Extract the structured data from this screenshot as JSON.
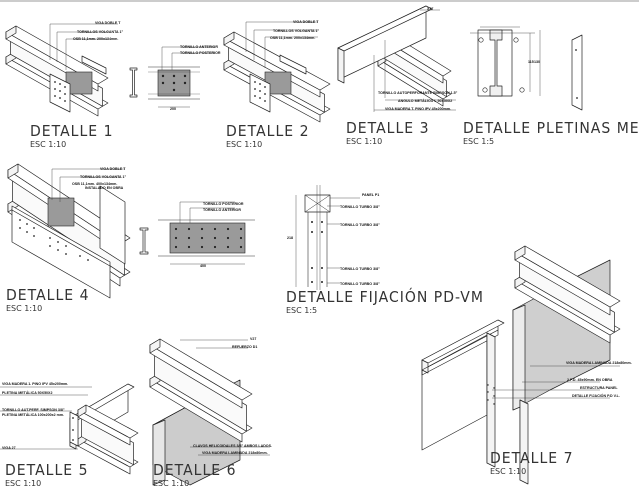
{
  "details": [
    {
      "title": "DETALLE 1",
      "scale": "ESC   1:10",
      "labels": [
        "VIGA DOBLE T",
        "TORNILLOS VOLGANTA 1\"",
        "OSB 11,1mm. 200x134mm.",
        "TORNILLO ANTERIOR",
        "TORNILLO POSTERIOR",
        "200"
      ]
    },
    {
      "title": "DETALLE 2",
      "scale": "ESC   1:10",
      "labels": [
        "VIGA DOBLE T",
        "TORNILLOS VOLGANTA 1\"",
        "OSB 11,1mm. 200x134mm."
      ]
    },
    {
      "title": "DETALLE 3",
      "scale": "ESC   1:10",
      "labels": [
        "X37",
        "TORNILLO AUTOPERFORANTE SIMPSON 1.5\"",
        "ANGULO METÁLICO L 50X50X2",
        "VIGA MADERA T. PINO IPV 45x200mm."
      ]
    },
    {
      "title": "DETALLE  PLETINAS  METÁLICAS",
      "scale": "ESC   1:5",
      "labels": [
        "115",
        "130"
      ]
    },
    {
      "title": "DETALLE 4",
      "scale": "ESC   1:10",
      "labels": [
        "VIGA DOBLE T",
        "TORNILLOS VOLGANTA 1\"",
        "OSB 11,1mm. 400x134mm.",
        "INSTALADO EN OBRA",
        "TORNILLO POSTERIOR",
        "TORNILLO ANTERIOR",
        "400"
      ]
    },
    {
      "title": "DETALLE  FIJACIÓN   PD-VM",
      "scale": "ESC   1:5",
      "labels": [
        "PANEL P1",
        "TORNILLO TURBO 3/8\"",
        "TORNILLO TURBO 3/8\"",
        "TORNILLO TURBO 3/8\"",
        "TORNILLO TURBO 3/8\"",
        "218"
      ]
    },
    {
      "title": "DETALLE 5",
      "scale": "ESC   1:10",
      "labels": [
        "VIGA MADERA 1. PINO IPV 45x200mm.",
        "PLETINA METÁLICA 50X50X2",
        "TORNILLO AUT.PERF. SIMPSON 3/8\"",
        "PLETINA METÁLICA 100x200x2 mm.",
        "VIGA 27"
      ]
    },
    {
      "title": "DETALLE 6",
      "scale": "ESC   1:10",
      "labels": [
        "V27",
        "REFUERZO D1",
        "CLAVOS HELICOIDALES 3/8\" AMBOS LADOS.",
        "VIGA MADERA LAMINADA 218x80mm."
      ]
    },
    {
      "title": "DETALLE 7",
      "scale": "ESC   1:10",
      "labels": [
        "VIGA MADERA LAMINADA 218x80mm.",
        "2 P.D. 45x90mm. EN OBRA",
        "ESTRUCTURA PANEL",
        "DETALLE FIJACIÓN P.D V.L."
      ]
    }
  ]
}
